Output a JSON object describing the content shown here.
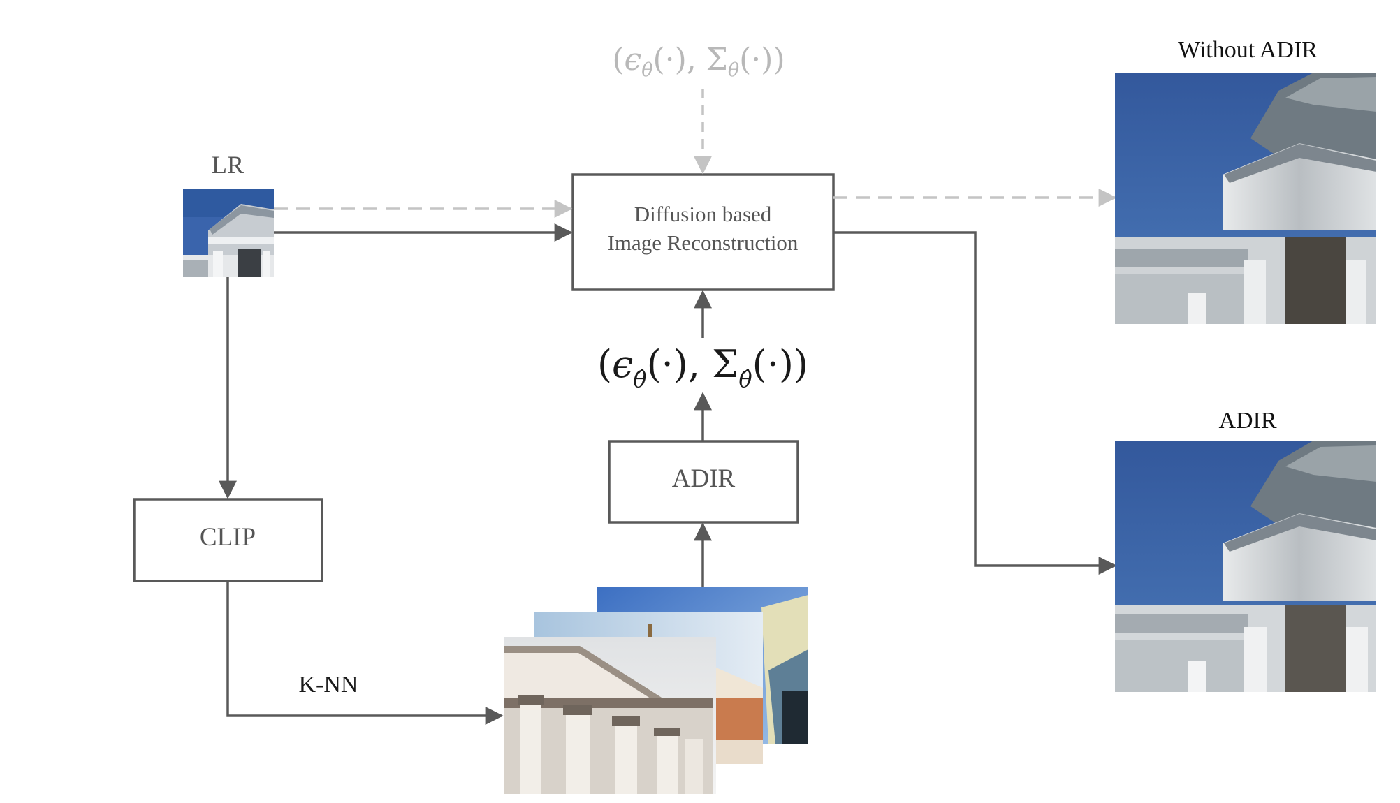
{
  "labels": {
    "lr": "LR",
    "diffusion_line1": "Diffusion based",
    "diffusion_line2": "Image Reconstruction",
    "clip": "CLIP",
    "adir_box": "ADIR",
    "knn": "K-NN",
    "without_adir": "Without ADIR",
    "adir_output": "ADIR"
  },
  "math": {
    "orig_params": {
      "open": "(",
      "eps": "ϵ",
      "sub1": "θ",
      "arg1": "(·), ",
      "sigma": "Σ",
      "sub2": "θ",
      "arg2": "(·))"
    },
    "adapted_params": {
      "open": "(",
      "eps": "ϵ",
      "sub1": "θ̂",
      "arg1": "(·), ",
      "sigma": "Σ",
      "sub2": "θ̂",
      "arg2": "(·))"
    }
  },
  "colors": {
    "stroke": "#595959",
    "light": "#c4c4c4",
    "label_text": "#555555",
    "sky": "#3f69ad",
    "stone": "#c9cdd0"
  }
}
